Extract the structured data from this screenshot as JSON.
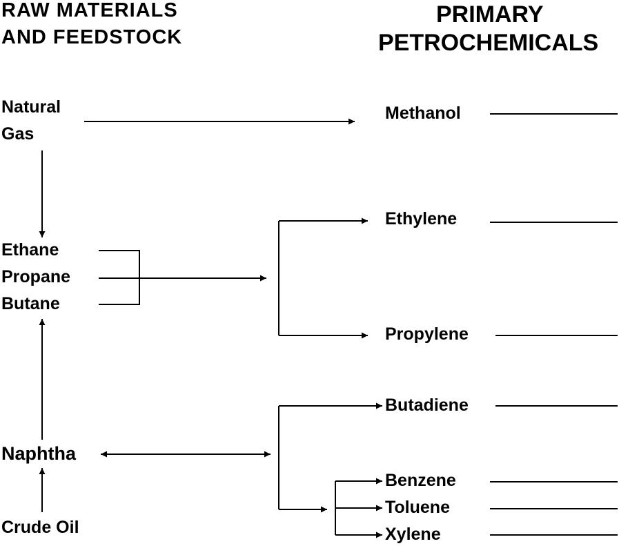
{
  "headers": {
    "left": [
      "RAW MATERIALS",
      "AND FEEDSTOCK"
    ],
    "right": [
      "PRIMARY",
      "PETROCHEMICALS"
    ]
  },
  "raw_materials": {
    "natural_gas": [
      "Natural",
      "Gas"
    ],
    "ethane": "Ethane",
    "propane": "Propane",
    "butane": "Butane",
    "naphtha": "Naphtha",
    "crude_oil": "Crude Oil"
  },
  "primary_petrochemicals": {
    "methanol": "Methanol",
    "ethylene": "Ethylene",
    "propylene": "Propylene",
    "butadiene": "Butadiene",
    "benzene": "Benzene",
    "toluene": "Toluene",
    "xylene": "Xylene"
  }
}
